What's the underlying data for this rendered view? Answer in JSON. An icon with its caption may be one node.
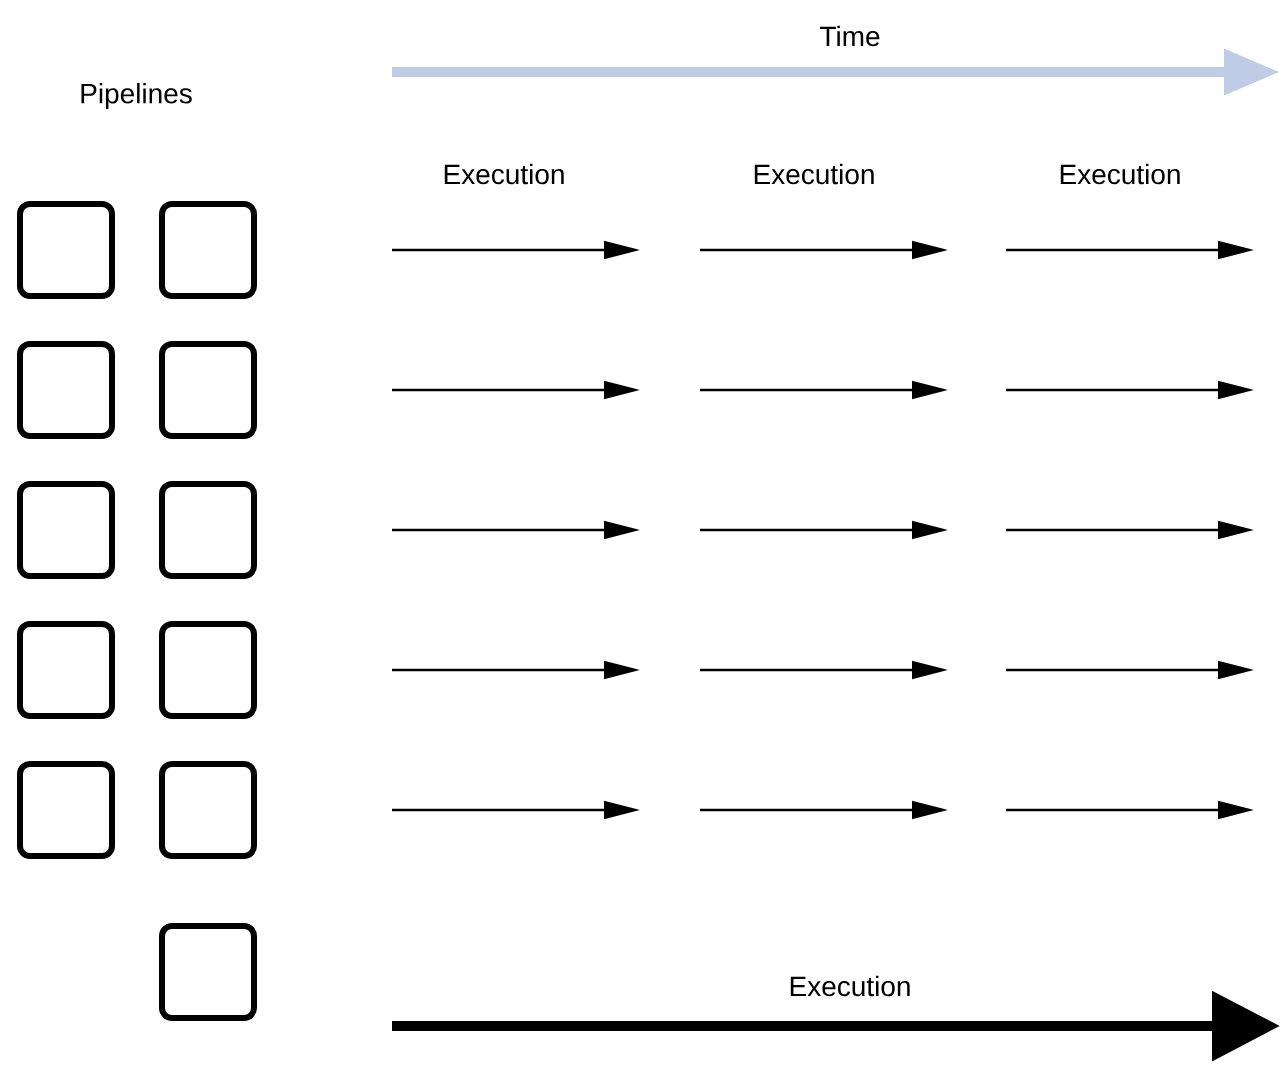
{
  "diagram": {
    "nodes": [
      {
        "text": [],
        "shape": "box"
      },
      {
        "text": [],
        "shape": "box"
      },
      {
        "text": [],
        "shape": "box"
      },
      {
        "text": [],
        "shape": "box"
      },
      {
        "text": [],
        "shape": "box"
      },
      {
        "text": [],
        "shape": "box"
      },
      {
        "text": [],
        "shape": "box"
      },
      {
        "text": [],
        "shape": "box"
      },
      {
        "text": [],
        "shape": "box"
      },
      {
        "text": [],
        "shape": "box"
      },
      {
        "text": [],
        "shape": "box"
      }
    ],
    "labels": [
      "Time",
      "Pipelines",
      "Execution",
      "Execution",
      "Execution",
      "Execution"
    ]
  }
}
